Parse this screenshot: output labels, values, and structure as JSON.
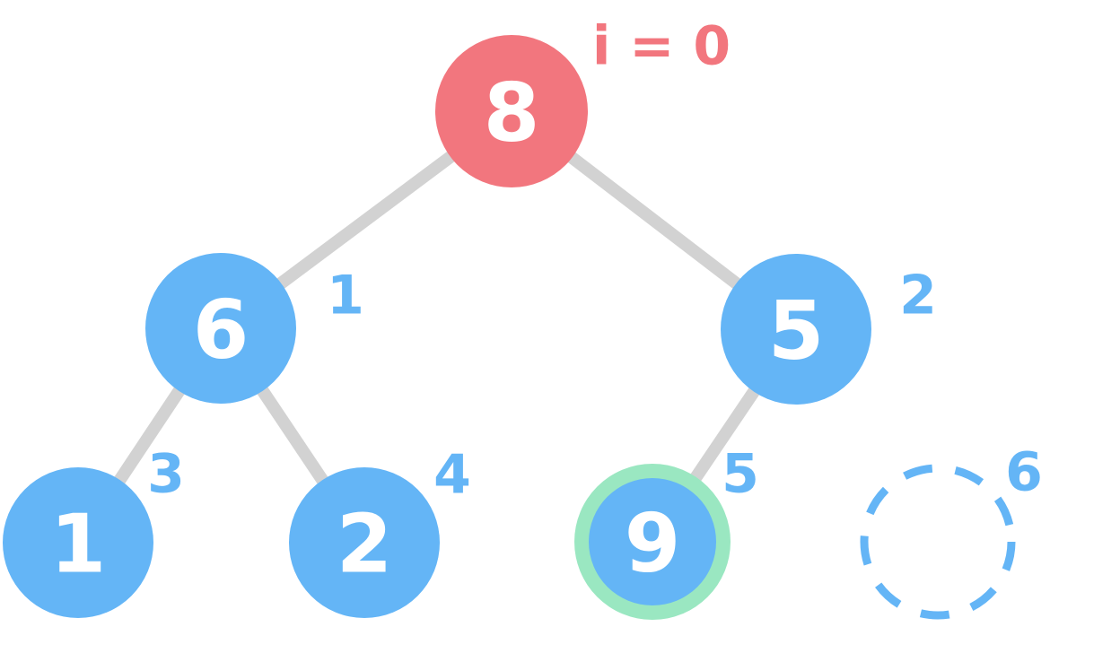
{
  "annotation": {
    "text": "i = 0"
  },
  "nodes": [
    {
      "value": "8",
      "index_label": "i = 0",
      "state": "current-red"
    },
    {
      "value": "6",
      "index_label": "1",
      "state": "default"
    },
    {
      "value": "5",
      "index_label": "2",
      "state": "default"
    },
    {
      "value": "1",
      "index_label": "3",
      "state": "default"
    },
    {
      "value": "2",
      "index_label": "4",
      "state": "default"
    },
    {
      "value": "9",
      "index_label": "5",
      "state": "highlighted-green"
    },
    {
      "value": "",
      "index_label": "6",
      "state": "empty-dashed"
    }
  ],
  "edges": [
    {
      "from": "8",
      "to": "6"
    },
    {
      "from": "8",
      "to": "5"
    },
    {
      "from": "6",
      "to": "1"
    },
    {
      "from": "6",
      "to": "2"
    },
    {
      "from": "5",
      "to": "9"
    }
  ],
  "colors": {
    "node_blue": "#64B5F6",
    "node_red": "#F2767E",
    "ring_green": "#9AE7C1",
    "edge_gray": "#D2D2D2",
    "index_label_blue": "#64B5F6",
    "annotation_red": "#F2767E",
    "node_text_white": "#FFFFFF",
    "background": "#FFFFFF"
  }
}
